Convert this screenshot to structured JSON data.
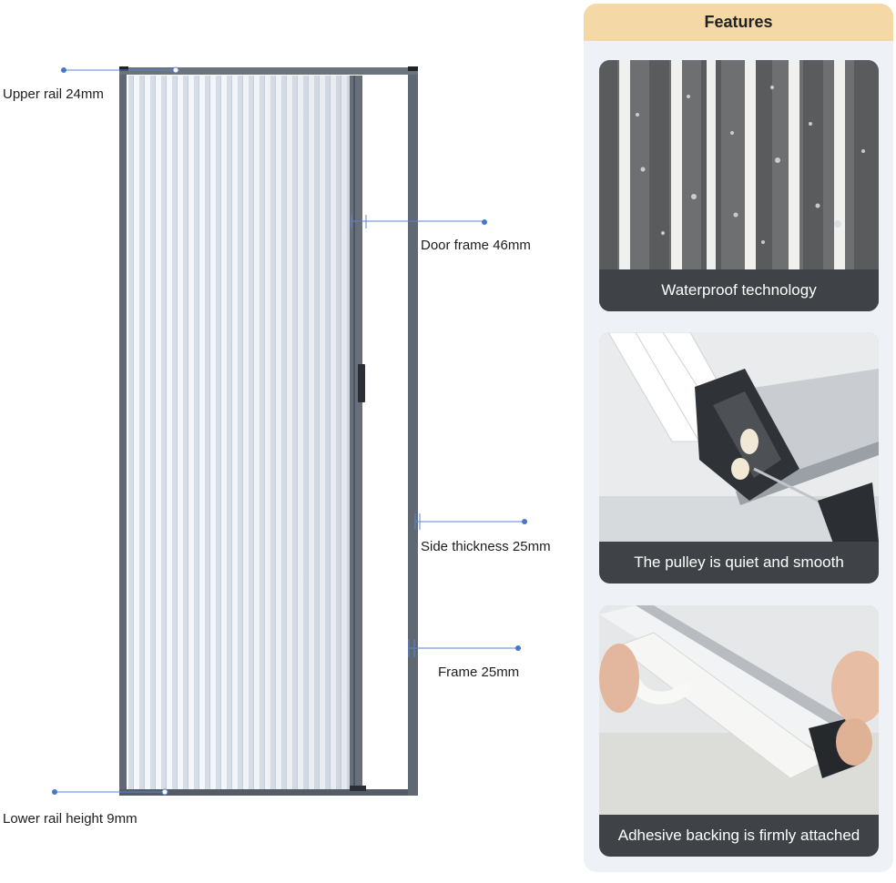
{
  "diagram": {
    "upper_rail_label": "Upper rail 24mm",
    "door_frame_label": "Door frame 46mm",
    "side_thickness_label": "Side thickness 25mm",
    "frame_label": "Frame 25mm",
    "lower_rail_label": "Lower rail height 9mm"
  },
  "features": {
    "header": "Features",
    "items": [
      {
        "caption": "Waterproof technology",
        "icon": "waterproof-mesh-photo"
      },
      {
        "caption": "The pulley is quiet and smooth",
        "icon": "pulley-photo"
      },
      {
        "caption": "Adhesive backing is firmly attached",
        "icon": "adhesive-tape-photo"
      }
    ]
  },
  "colors": {
    "frame": "#5f6873",
    "pleat_light": "#f4f7fb",
    "pleat_dark": "#d3dae3",
    "callout": "#4a76c6",
    "header_bg": "#f4d8a6",
    "panel_bg": "#eef2f6",
    "caption_bg": "#3f4246"
  }
}
